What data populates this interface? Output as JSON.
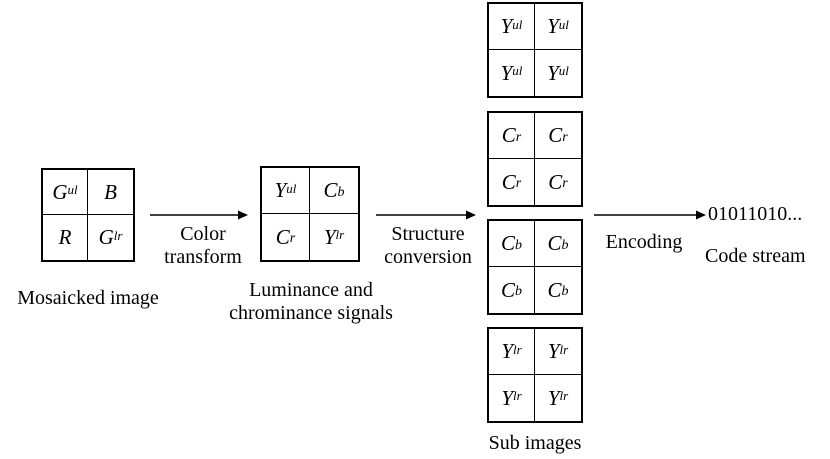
{
  "labels": {
    "mosaicked": "Mosaicked image",
    "color_transform_1": "Color",
    "color_transform_2": "transform",
    "luma_1": "Luminance and",
    "luma_2": "chrominance signals",
    "structure_1": "Structure",
    "structure_2": "conversion",
    "encoding": "Encoding",
    "bits": "01011010...",
    "code_stream": "Code stream",
    "sub_images": "Sub images"
  },
  "blocks": {
    "mosaicked": [
      {
        "base": "G",
        "sup": "ul",
        "sub": ""
      },
      {
        "base": "B",
        "sup": "",
        "sub": ""
      },
      {
        "base": "R",
        "sup": "",
        "sub": ""
      },
      {
        "base": "G",
        "sup": "lr",
        "sub": ""
      }
    ],
    "luma_chroma": [
      {
        "base": "Y",
        "sup": "ul",
        "sub": ""
      },
      {
        "base": "C",
        "sup": "",
        "sub": "b"
      },
      {
        "base": "C",
        "sup": "",
        "sub": "r"
      },
      {
        "base": "Y",
        "sup": "lr",
        "sub": ""
      }
    ],
    "sub_yul": [
      {
        "base": "Y",
        "sup": "ul",
        "sub": ""
      },
      {
        "base": "Y",
        "sup": "ul",
        "sub": ""
      },
      {
        "base": "Y",
        "sup": "ul",
        "sub": ""
      },
      {
        "base": "Y",
        "sup": "ul",
        "sub": ""
      }
    ],
    "sub_cr": [
      {
        "base": "C",
        "sup": "",
        "sub": "r"
      },
      {
        "base": "C",
        "sup": "",
        "sub": "r"
      },
      {
        "base": "C",
        "sup": "",
        "sub": "r"
      },
      {
        "base": "C",
        "sup": "",
        "sub": "r"
      }
    ],
    "sub_cb": [
      {
        "base": "C",
        "sup": "",
        "sub": "b"
      },
      {
        "base": "C",
        "sup": "",
        "sub": "b"
      },
      {
        "base": "C",
        "sup": "",
        "sub": "b"
      },
      {
        "base": "C",
        "sup": "",
        "sub": "b"
      }
    ],
    "sub_ylr": [
      {
        "base": "Y",
        "sup": "lr",
        "sub": ""
      },
      {
        "base": "Y",
        "sup": "lr",
        "sub": ""
      },
      {
        "base": "Y",
        "sup": "lr",
        "sub": ""
      },
      {
        "base": "Y",
        "sup": "lr",
        "sub": ""
      }
    ]
  }
}
